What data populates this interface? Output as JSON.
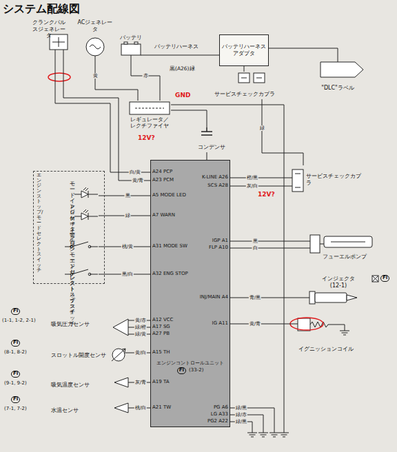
{
  "diagram": {
    "title": "システム配線図",
    "nodes": [
      {
        "text": [
          "クランクパルスジェネレータ"
        ]
      },
      {
        "text": [
          "ACジェネレータ"
        ]
      },
      {
        "text": [
          "バッテリ"
        ]
      },
      {
        "text": [
          "バッテリハーネスアダプタ"
        ]
      },
      {
        "text": [
          "\"DLC\"ラベル"
        ]
      },
      {
        "text": [
          "サービスチェックカプラ"
        ]
      },
      {
        "text": [
          "レギュレータ／レクチファイヤ"
        ]
      },
      {
        "text": [
          "コンデンサ"
        ]
      },
      {
        "text": [
          "エンジンコントロールユニット",
          "FI",
          "(33-2)"
        ]
      },
      {
        "text": [
          "エンジンストップ/モードセレクトスイッチ"
        ]
      },
      {
        "text": [
          "モードインジケータ"
        ],
        "in": 9
      },
      {
        "text": [
          "PGM-FI警告灯"
        ],
        "in": 9
      },
      {
        "text": [
          "エンジンモードセレクトスイッチ"
        ],
        "in": 9
      },
      {
        "text": [
          "エンジンストップスイッチ"
        ],
        "in": 9
      },
      {
        "text": [
          "サービスチェックカプラ"
        ]
      },
      {
        "text": [
          "フューエルポンプ"
        ]
      },
      {
        "text": [
          "インジェクタ",
          "(12-1)"
        ]
      },
      {
        "text": [
          "イグニッションコイル"
        ]
      },
      {
        "text": [
          "吸気圧力センサ"
        ]
      },
      {
        "text": [
          "スロットル開度センサ"
        ]
      },
      {
        "text": [
          "吸気温度センサ"
        ]
      },
      {
        "text": [
          "水温センサ"
        ]
      }
    ],
    "edges": [
      {
        "from": 0,
        "to": 8,
        "arrow": "none",
        "label": "白/黄"
      },
      {
        "from": 0,
        "to": 8,
        "arrow": "none",
        "label": "黄/青"
      },
      {
        "from": 1,
        "to": 6,
        "arrow": "none",
        "label": "黄"
      },
      {
        "from": 6,
        "to": 2,
        "arrow": "none",
        "label": "赤"
      },
      {
        "from": 2,
        "to": 3,
        "arrow": "none"
      },
      {
        "from": 3,
        "to": 4,
        "arrow": "none"
      },
      {
        "from": 3,
        "to": 5,
        "arrow": "none"
      },
      {
        "from": 6,
        "to": 7,
        "arrow": "none"
      },
      {
        "from": 7,
        "to": 8,
        "arrow": "none"
      },
      {
        "from": 5,
        "to": 14,
        "arrow": "none",
        "label": "緑"
      },
      {
        "from": 8,
        "to": 10,
        "arrow": "none",
        "label": "黒"
      },
      {
        "from": 8,
        "to": 11,
        "arrow": "none",
        "label": "緑"
      },
      {
        "from": 8,
        "to": 12,
        "arrow": "none",
        "label": "桃/黄"
      },
      {
        "from": 8,
        "to": 13,
        "arrow": "none",
        "label": "黒/白"
      },
      {
        "from": 8,
        "to": 14,
        "arrow": "none",
        "label": "橙/黒"
      },
      {
        "from": 8,
        "to": 14,
        "arrow": "none",
        "label": "灰/白"
      },
      {
        "from": 8,
        "to": 15,
        "arrow": "none",
        "label": "黒"
      },
      {
        "from": 8,
        "to": 15,
        "arrow": "none",
        "label": "白"
      },
      {
        "from": 8,
        "to": 16,
        "arrow": "none",
        "label": "青/黒"
      },
      {
        "from": 8,
        "to": 17,
        "arrow": "none",
        "label": "黄/青"
      },
      {
        "from": 8,
        "to": 18,
        "arrow": "none",
        "label": "黄/赤"
      },
      {
        "from": 8,
        "to": 18,
        "arrow": "none",
        "label": "緑/橙"
      },
      {
        "from": 8,
        "to": 18,
        "arrow": "none",
        "label": "緑/黄"
      },
      {
        "from": 8,
        "to": 19,
        "arrow": "none",
        "label": "黄/白"
      },
      {
        "from": 8,
        "to": 20,
        "arrow": "none",
        "label": "灰/青"
      },
      {
        "from": 8,
        "to": 21,
        "arrow": "none",
        "label": "桃/白"
      }
    ],
    "labels": [
      "バッテリハーネス",
      "黒(A26)緑",
      "GND",
      "12V?",
      "12V?",
      "A24 PCP",
      "A23 PCM",
      "A5 MODE LED",
      "A7 WARN",
      "A31 MODE SW",
      "A32 ENG STOP",
      "A12 VCC",
      "A17 SG",
      "A27 PB",
      "A15 TH",
      "A19 TA",
      "A21 TW",
      "K-LINE A26",
      "SCS A28",
      "IGP A1",
      "FLP A10",
      "INJ/MAIN A4",
      "IG A11",
      "PG A6",
      "LG A33",
      "PG2 A22",
      "FI",
      "(1-1, 1-2, 2-1)",
      "FI",
      "(8-1, 8-2)",
      "FI",
      "(9-1, 9-2)",
      "FI",
      "(7-1, 7-2)",
      "FI",
      "緑/黒",
      "緑/赤",
      "緑/黒"
    ]
  }
}
